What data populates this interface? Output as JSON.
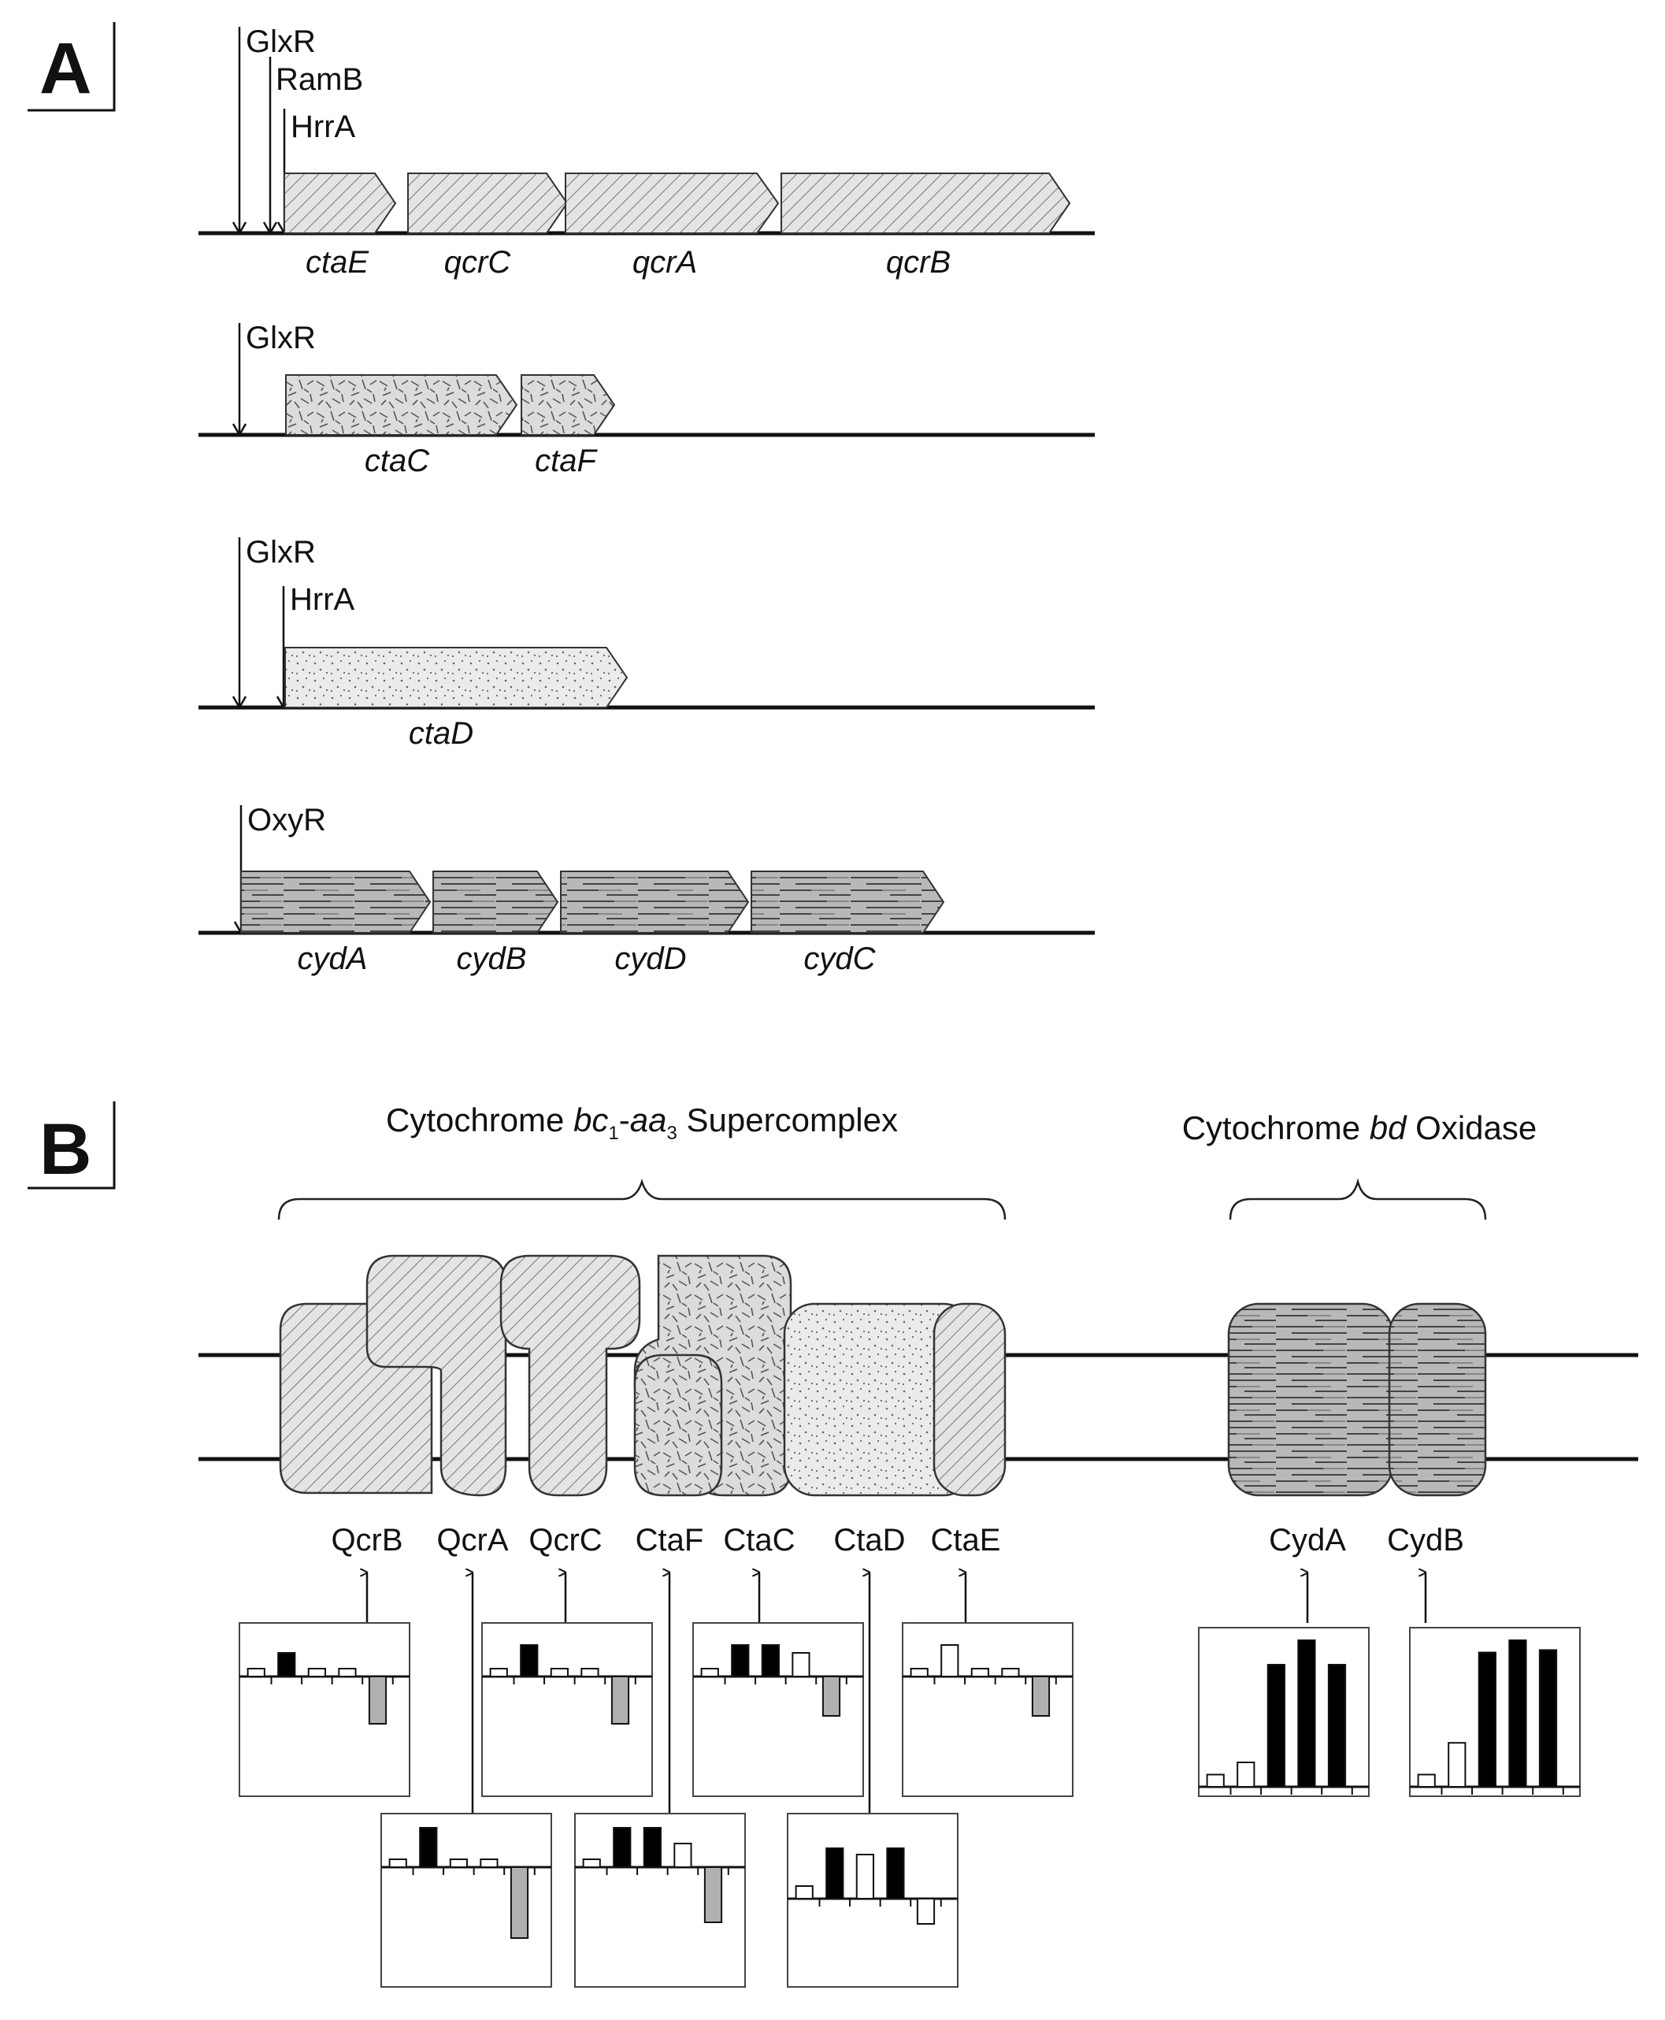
{
  "panel_a": {
    "label": "A",
    "operons": [
      {
        "regulators": [
          "GlxR",
          "RamB",
          "HrrA"
        ],
        "genes": [
          "ctaE",
          "qcrC",
          "qcrA",
          "qcrB"
        ]
      },
      {
        "regulators": [
          "GlxR"
        ],
        "genes": [
          "ctaC",
          "ctaF"
        ]
      },
      {
        "regulators": [
          "GlxR",
          "HrrA"
        ],
        "genes": [
          "ctaD"
        ]
      },
      {
        "regulators": [
          "OxyR"
        ],
        "genes": [
          "cydA",
          "cydB",
          "cydD",
          "cydC"
        ]
      }
    ]
  },
  "panel_b": {
    "label": "B",
    "supercomplex": {
      "title_prefix": "Cytochrome ",
      "title_italic": "bc",
      "sub1": "1",
      "dash": "-",
      "title_italic2": "aa",
      "sub3": "3",
      "title_suffix": " Supercomplex"
    },
    "bd_oxidase": {
      "title_prefix": "Cytochrome ",
      "title_italic": "bd",
      "title_suffix": " Oxidase"
    },
    "proteins": [
      "QcrB",
      "QcrA",
      "QcrC",
      "CtaF",
      "CtaC",
      "CtaD",
      "CtaE",
      "CydA",
      "CydB"
    ]
  },
  "chart_data": [
    {
      "type": "bar",
      "name": "QcrB",
      "values": [
        1,
        3,
        1,
        1,
        -6
      ]
    },
    {
      "type": "bar",
      "name": "QcrA",
      "values": [
        1,
        5,
        1,
        1,
        -9
      ]
    },
    {
      "type": "bar",
      "name": "QcrC",
      "values": [
        1,
        4,
        1,
        1,
        -6
      ]
    },
    {
      "type": "bar",
      "name": "CtaF",
      "values": [
        1,
        5,
        5,
        3,
        -7
      ]
    },
    {
      "type": "bar",
      "name": "CtaC",
      "values": [
        1,
        4,
        4,
        3,
        -5
      ]
    },
    {
      "type": "bar",
      "name": "CtaD",
      "values": [
        1,
        4,
        3.5,
        4,
        -2
      ]
    },
    {
      "type": "bar",
      "name": "CtaE",
      "values": [
        1,
        4,
        1,
        1,
        -5
      ]
    },
    {
      "type": "bar",
      "name": "CydA",
      "values": [
        0.5,
        1,
        5,
        6,
        5
      ]
    },
    {
      "type": "bar",
      "name": "CydB",
      "values": [
        0.5,
        1.8,
        5.5,
        6,
        5.6
      ]
    }
  ]
}
